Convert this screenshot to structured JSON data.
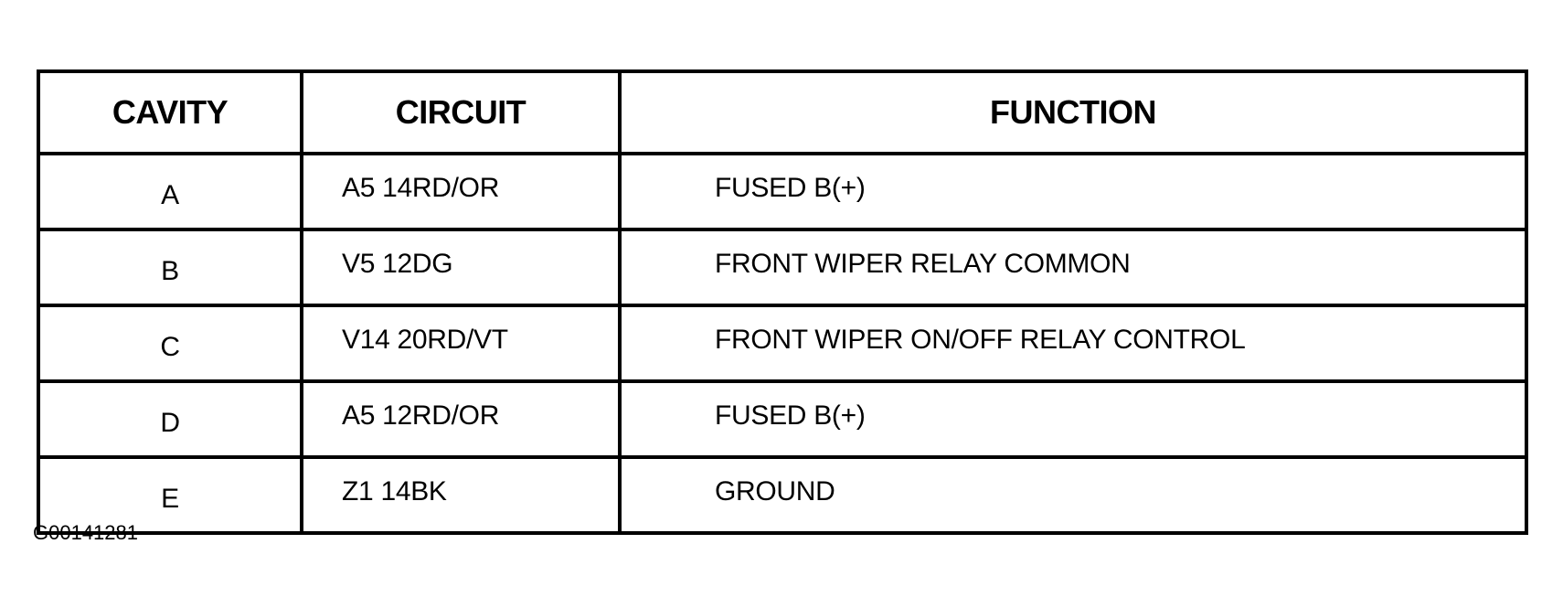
{
  "table": {
    "headers": {
      "cavity": "CAVITY",
      "circuit": "CIRCUIT",
      "function": "FUNCTION"
    },
    "rows": [
      {
        "cavity": "A",
        "circuit": "A5 14RD/OR",
        "function": "FUSED B(+)"
      },
      {
        "cavity": "B",
        "circuit": "V5 12DG",
        "function": "FRONT WIPER RELAY COMMON"
      },
      {
        "cavity": "C",
        "circuit": "V14 20RD/VT",
        "function": "FRONT WIPER ON/OFF RELAY CONTROL"
      },
      {
        "cavity": "D",
        "circuit": "A5 12RD/OR",
        "function": "FUSED B(+)"
      },
      {
        "cavity": "E",
        "circuit": "Z1 14BK",
        "function": "GROUND"
      }
    ]
  },
  "figure_id": "G00141281"
}
